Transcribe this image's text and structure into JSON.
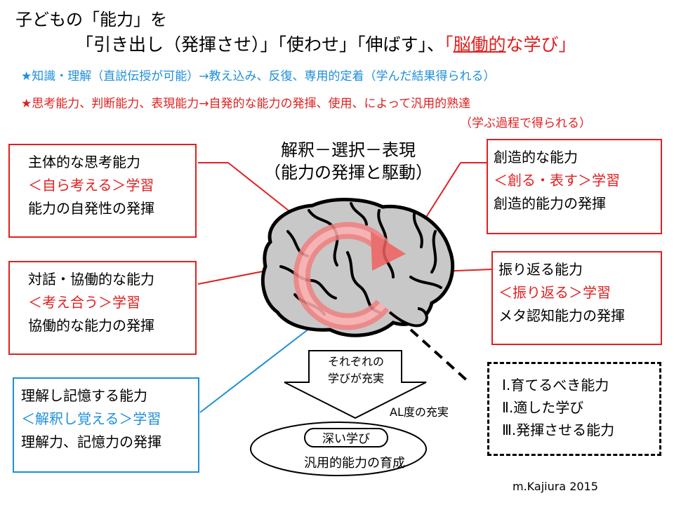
{
  "title": {
    "line1": "子どもの「能力」を",
    "line2_prefix": "「引き出し（発揮させ）」「使わせ」「伸ばす」、",
    "line2_red_prefix": "「",
    "line2_underlined": "脳働的",
    "line2_red_suffix": "な学び」"
  },
  "notes": {
    "blue_note": "★知識・理解（直説伝授が可能）→教え込み、反復、専用的定着（学んだ結果得られる）",
    "red_note": "★思考能力、判断能力、表現能力→自発的な能力の発揮、使用、によって汎用的熟達",
    "red_note_cont": "（学ぶ過程で得られる）"
  },
  "center": {
    "title_line1": "解釈－選択－表現",
    "title_line2": "（能力の発揮と駆動）"
  },
  "boxes": {
    "top_left": {
      "line1": "主体的な思考能力",
      "line2": "＜自ら考える＞学習",
      "line3": "能力の自発性の発揮"
    },
    "mid_left": {
      "line1": "対話・協働的な能力",
      "line2": "＜考え合う＞学習",
      "line3": "協働的な能力の発揮"
    },
    "bottom_left": {
      "line1": "理解し記憶する能力",
      "line2": "＜解釈し覚える＞学習",
      "line3": "理解力、記憶力の発揮"
    },
    "top_right": {
      "line1": "創造的な能力",
      "line2": "＜創る・表す＞学習",
      "line3": "創造的能力の発揮"
    },
    "mid_right": {
      "line1": "振り返る能力",
      "line2": "＜振り返る＞学習",
      "line3": "メタ認知能力の発揮"
    },
    "dashed": {
      "line1": "Ⅰ.育てるべき能力",
      "line2": "Ⅱ.適した学び",
      "line3": "Ⅲ.発揮させる能力"
    }
  },
  "flow": {
    "arrow_text_line1": "それぞれの",
    "arrow_text_line2": "学びが充実",
    "al_label": "AL度の充実",
    "pill_label": "深い学び",
    "ellipse_label": "汎用的能力の育成"
  },
  "signature": "m.Kajiura  2015",
  "colors": {
    "red": "#e02020",
    "blue": "#1f8fd8",
    "brain_fill": "#c8c8c8",
    "cycle_arrow": "#f08080"
  }
}
